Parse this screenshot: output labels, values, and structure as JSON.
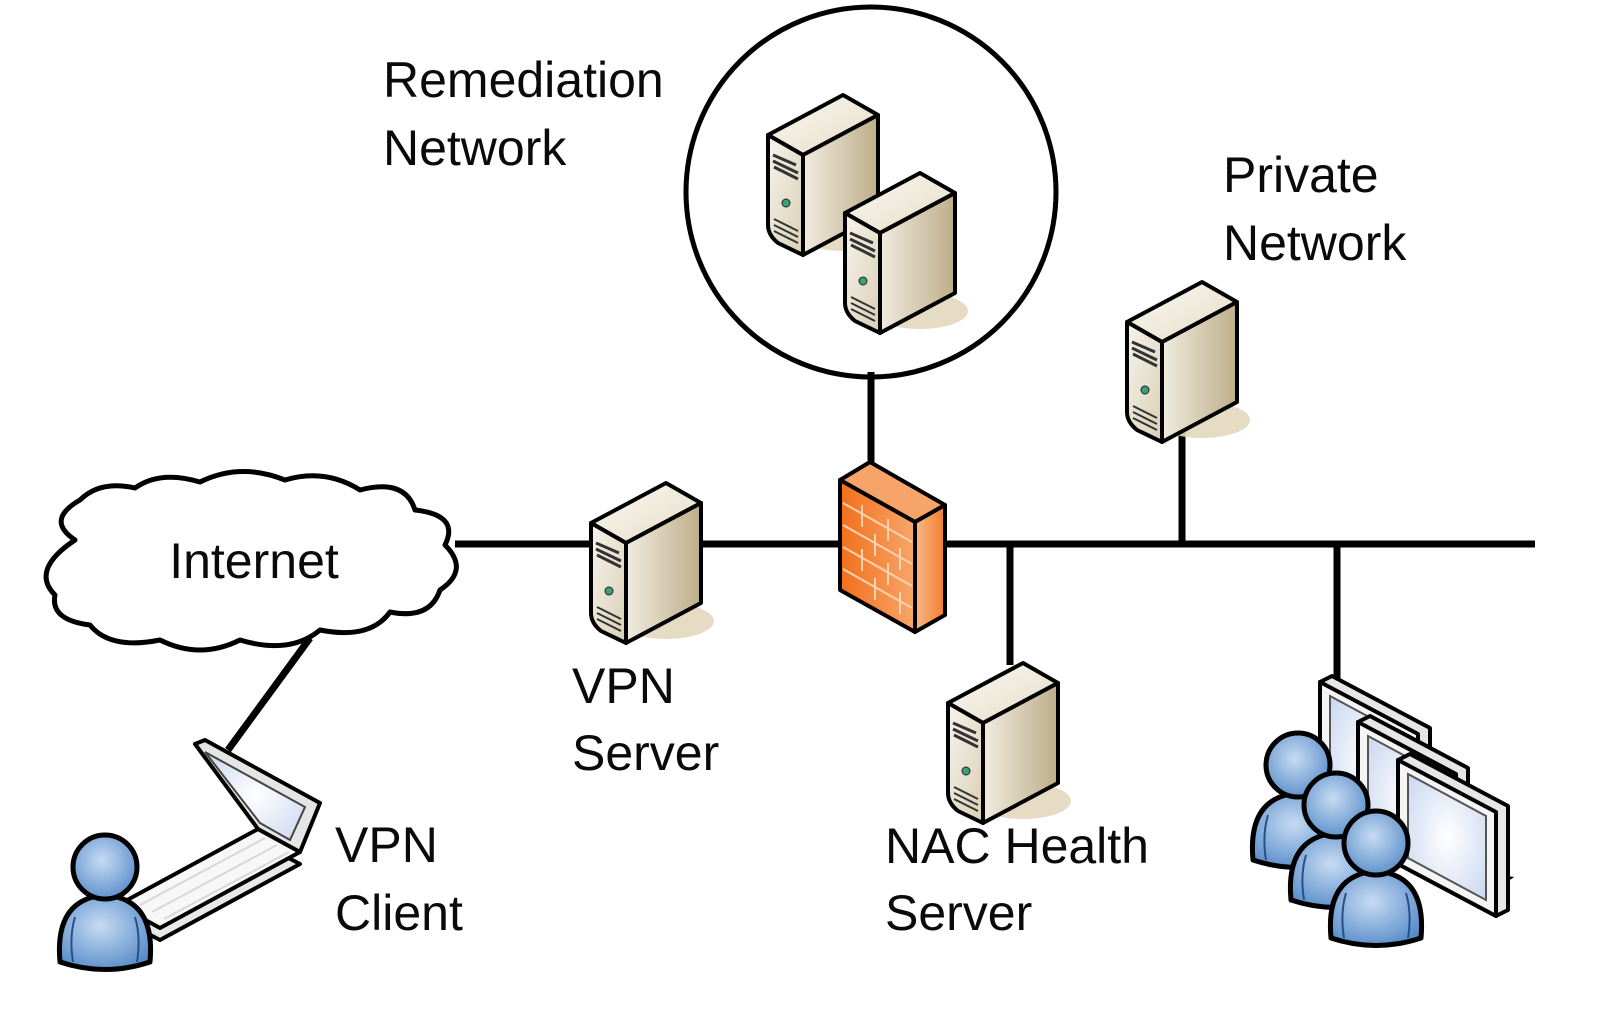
{
  "diagram": {
    "title": "NAC network with remediation network",
    "nodes": {
      "remediation": {
        "label_lines": [
          "Remediation",
          "Network"
        ],
        "icon": "server-cluster-icon"
      },
      "private": {
        "label_lines": [
          "Private",
          "Network"
        ],
        "icon": "server-icon"
      },
      "internet": {
        "label": "Internet",
        "icon": "cloud-icon"
      },
      "vpn_server": {
        "label_lines": [
          "VPN",
          "Server"
        ],
        "icon": "server-icon"
      },
      "firewall": {
        "label": "",
        "icon": "firewall-icon"
      },
      "nac_server": {
        "label_lines": [
          "NAC Health",
          "Server"
        ],
        "icon": "server-icon"
      },
      "vpn_client": {
        "label_lines": [
          "VPN",
          "Client"
        ],
        "icon": "laptop-user-icon"
      },
      "workstations": {
        "label": "",
        "icon": "user-workstations-icon"
      }
    },
    "edges": [
      [
        "internet",
        "vpn_server"
      ],
      [
        "vpn_server",
        "firewall"
      ],
      [
        "firewall",
        "remediation"
      ],
      [
        "firewall",
        "nac_server"
      ],
      [
        "firewall",
        "private"
      ],
      [
        "firewall",
        "workstations"
      ],
      [
        "internet",
        "vpn_client"
      ]
    ],
    "colors": {
      "line": "#000000",
      "server_light": "#f3efe4",
      "server_dark": "#c8bc9c",
      "firewall": "#f07a2a",
      "user": "#5b8fcc",
      "screen": "#dfe8f6"
    }
  }
}
